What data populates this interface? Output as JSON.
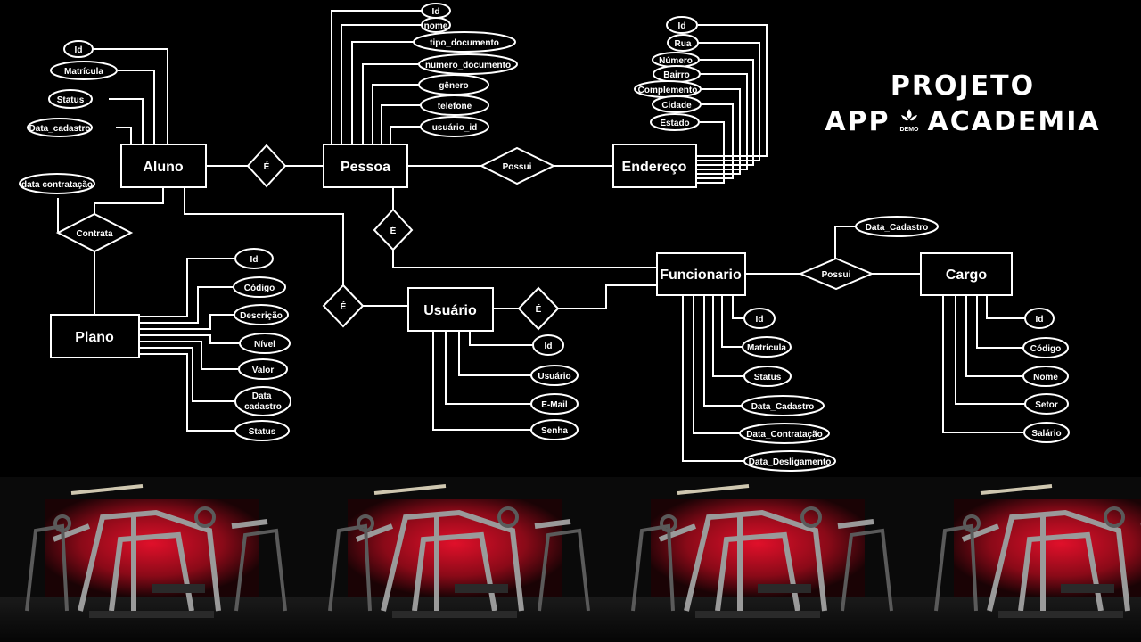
{
  "title": {
    "line1": "PROJETO",
    "app": "APP",
    "academia": "ACADEMIA",
    "logo_text": "DEMO"
  },
  "entities": {
    "aluno": "Aluno",
    "pessoa": "Pessoa",
    "endereco": "Endereço",
    "plano": "Plano",
    "usuario": "Usuário",
    "funcionario": "Funcionario",
    "cargo": "Cargo"
  },
  "relationships": {
    "aluno_pessoa": "É",
    "pessoa_endereco": "Possui",
    "aluno_plano": "Contrata",
    "pessoa_funcionario": "É",
    "aluno_usuario": "É",
    "usuario_funcionario": "É",
    "funcionario_cargo": "Possui"
  },
  "attributes": {
    "aluno": [
      "Id",
      "Matrícula",
      "Status",
      "Data_cadastro"
    ],
    "contrata": [
      "data contratação"
    ],
    "pessoa": [
      "Id",
      "nome",
      "tipo_documento",
      "numero_documento",
      "gênero",
      "telefone",
      "usuário_id"
    ],
    "endereco": [
      "Id",
      "Rua",
      "Número",
      "Bairro",
      "Complemento",
      "Cidade",
      "Estado"
    ],
    "plano": [
      "Id",
      "Código",
      "Descrição",
      "Nível",
      "Valor",
      "Data cadastro",
      "Status"
    ],
    "usuario": [
      "Id",
      "Usuário",
      "E-Mail",
      "Senha"
    ],
    "funcionario": [
      "Id",
      "Matrícula",
      "Status",
      "Data_Cadastro",
      "Data_Contratação",
      "Data_Desligamento"
    ],
    "cargo_rel": [
      "Data_Cadastro"
    ],
    "cargo": [
      "Id",
      "Código",
      "Nome",
      "Setor",
      "Salário"
    ]
  },
  "colors": {
    "background": "#000000",
    "line": "#ffffff",
    "accent_red": "#c8102e"
  },
  "photo": {
    "alt": "gym equipment with red lighting"
  }
}
